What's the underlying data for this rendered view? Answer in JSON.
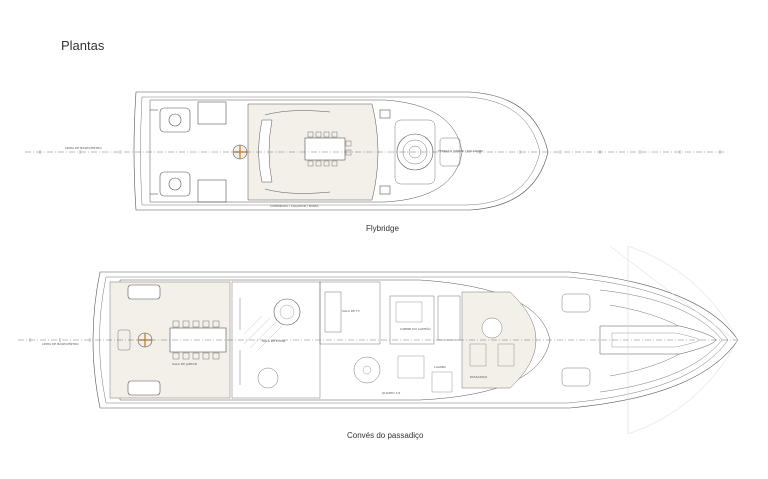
{
  "page": {
    "title": "Plantas"
  },
  "flybridge": {
    "caption": "Flybridge",
    "centerline_label": "LINHA DE BASE/CENTRO",
    "bottom_label": "COMANDOS / CAÇADOR / PORTA",
    "right_label": "TERRAÇO JUNIOR / SOLARIUM"
  },
  "bridge_deck": {
    "caption": "Convés do passadiço",
    "centerline_label": "LINHA DE BASE/CENTRO",
    "labels": {
      "sala_jantar": "SALA DE JANTAR",
      "sala_tv": "SALA DE TV",
      "sala_estar": "SALA DE ESTAR",
      "cabine_capitao": "CABINE DO CAPITÃO",
      "passadico": "PASSADIÇO",
      "lavabo": "LAVABO",
      "quarto": "QUARTO 1/2"
    }
  },
  "colors": {
    "line": "#555555",
    "fill_accent": "#f3efe9"
  }
}
